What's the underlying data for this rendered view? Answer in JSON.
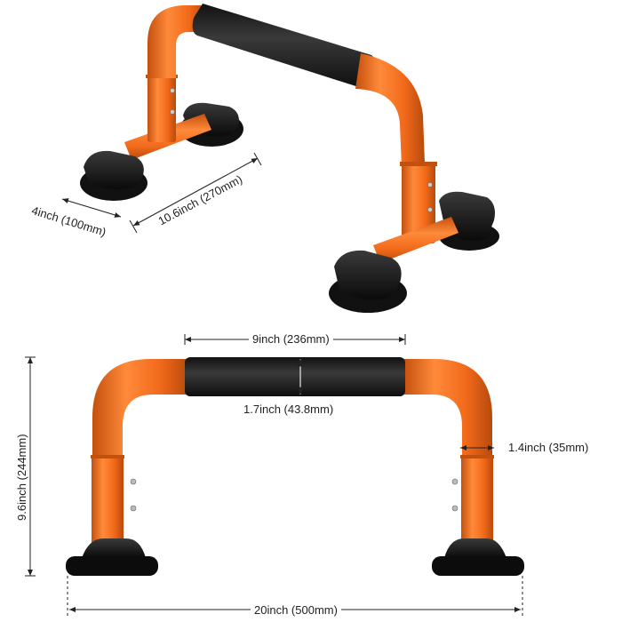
{
  "colors": {
    "frame_orange": "#f26a1b",
    "frame_shadow": "#c4500e",
    "foam_black": "#1e1e1e",
    "base_black": "#141414",
    "dimension_line": "#222222"
  },
  "dimensions": {
    "width_depth": "4inch (100mm)",
    "base_length": "10.6inch (270mm)",
    "grip_length": "9inch (236mm)",
    "grip_diameter": "1.7inch (43.8mm)",
    "tube_diameter": "1.4inch (35mm)",
    "height": "9.6inch (244mm)",
    "total_width": "20inch (500mm)"
  }
}
